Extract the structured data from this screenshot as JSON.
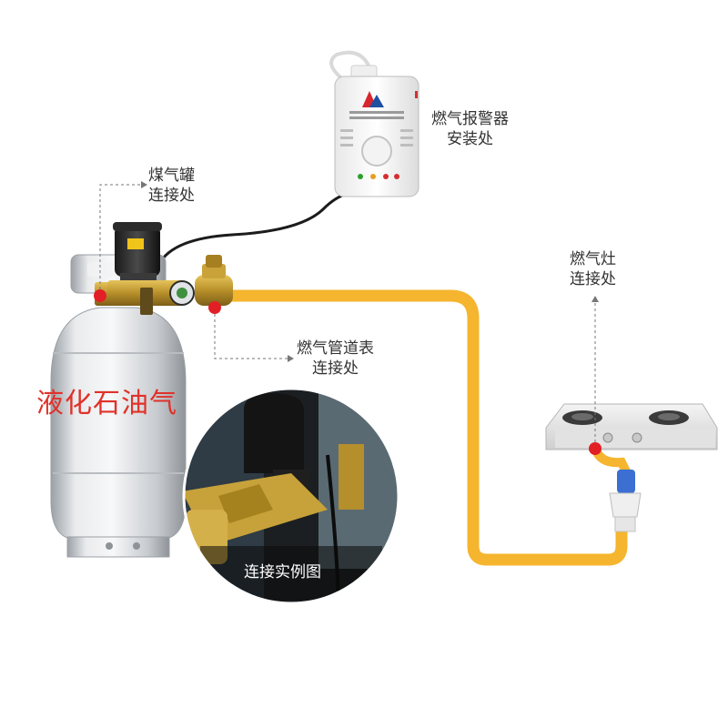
{
  "cylinder": {
    "text": "液化石油气"
  },
  "callouts": {
    "tank": {
      "line1": "煤气罐",
      "line2": "连接处"
    },
    "alarm": {
      "line1": "燃气报警器",
      "line2": "安装处"
    },
    "meter": {
      "line1": "燃气管道表",
      "line2": "连接处"
    },
    "stove": {
      "line1": "燃气灶",
      "line2": "连接处"
    }
  },
  "inset": {
    "caption": "连接实例图"
  },
  "colors": {
    "pipe": "#f5b52e",
    "brass": "#c9a23a",
    "connection_dot": "#e31f26",
    "cylinder": "#d4d6d9",
    "label_text": "#333333"
  }
}
